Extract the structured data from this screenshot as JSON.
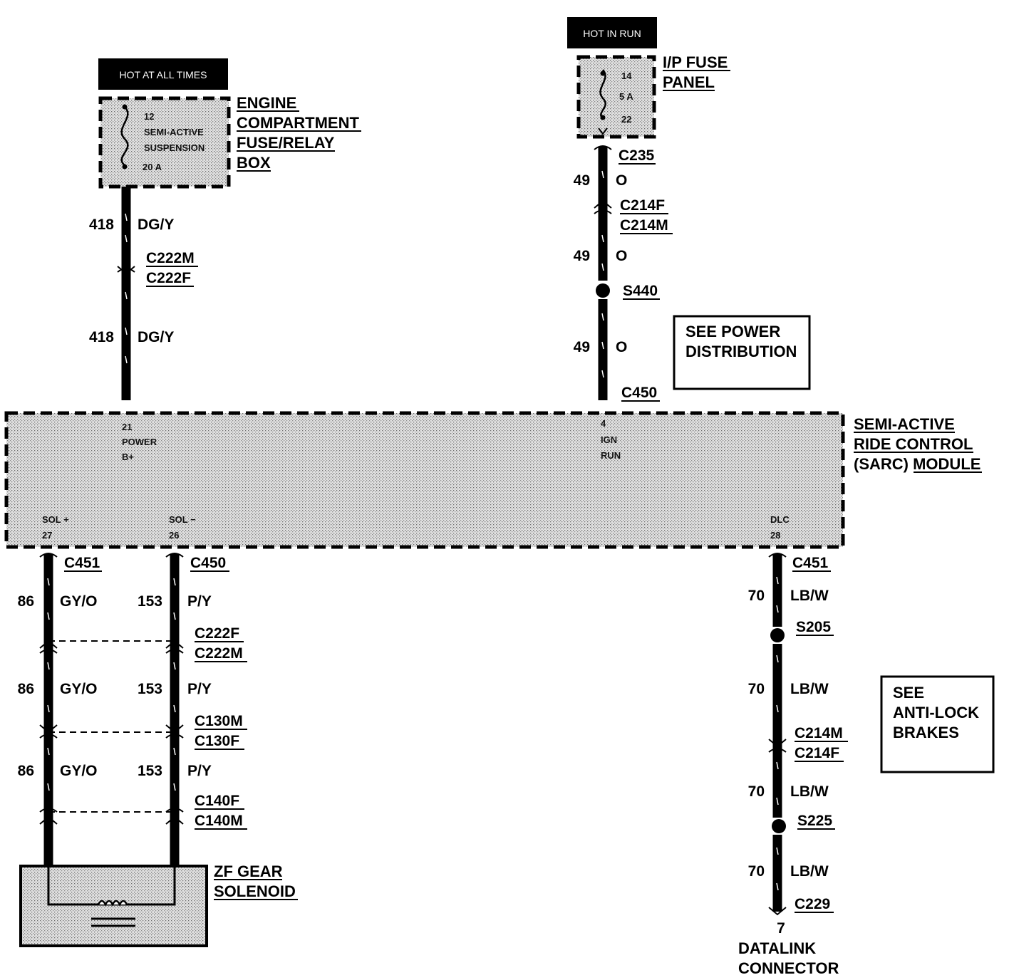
{
  "power_sources": {
    "hot_at_all_times": "HOT AT ALL TIMES",
    "hot_in_run": "HOT IN RUN"
  },
  "engine_fuse_box": {
    "name_lines": [
      "ENGINE",
      "COMPARTMENT",
      "FUSE/RELAY",
      "BOX"
    ],
    "fuse_number": "12",
    "fuse_desc_1": "SEMI-ACTIVE",
    "fuse_desc_2": "SUSPENSION",
    "fuse_rating": "20 A"
  },
  "ip_fuse_panel": {
    "name_lines": [
      "I/P FUSE",
      "PANEL"
    ],
    "pin_top": "14",
    "fuse_rating": "5 A",
    "pin_bottom": "22"
  },
  "module": {
    "name_lines": [
      "SEMI-ACTIVE",
      "RIDE CONTROL",
      "(SARC) MODULE"
    ],
    "pin_power": [
      "21",
      "POWER",
      "B+"
    ],
    "pin_ign": [
      "4",
      "IGN",
      "RUN"
    ],
    "pin_sol_plus": [
      "SOL +",
      "27"
    ],
    "pin_sol_minus": [
      "SOL −",
      "26"
    ],
    "pin_dlc": [
      "DLC",
      "28"
    ]
  },
  "wires": {
    "w418": {
      "circuit": "418",
      "color": "DG/Y"
    },
    "w49": {
      "circuit": "49",
      "color": "O"
    },
    "w86": {
      "circuit": "86",
      "color": "GY/O"
    },
    "w153": {
      "circuit": "153",
      "color": "P/Y"
    },
    "w70": {
      "circuit": "70",
      "color": "LB/W"
    }
  },
  "connectors": {
    "c222m": "C222M",
    "c222f": "C222F",
    "c235": "C235",
    "c214f": "C214F",
    "c214m": "C214M",
    "s440": "S440",
    "c450": "C450",
    "c451": "C451",
    "c130m": "C130M",
    "c130f": "C130F",
    "c140f": "C140F",
    "c140m": "C140M",
    "s205": "S205",
    "s225": "S225",
    "c229": "C229"
  },
  "notes": {
    "see_power_distribution": [
      "SEE POWER",
      "DISTRIBUTION"
    ],
    "see_anti_lock": [
      "SEE",
      "ANTI-LOCK",
      "BRAKES"
    ]
  },
  "solenoid": {
    "name_lines": [
      "ZF GEAR",
      "SOLENOID"
    ]
  },
  "datalink": {
    "pin": "7",
    "name_lines": [
      "DATALINK",
      "CONNECTOR"
    ]
  },
  "colors": {
    "ink": "#000000",
    "stipple": "#d4d4d4",
    "paper": "#ffffff"
  }
}
